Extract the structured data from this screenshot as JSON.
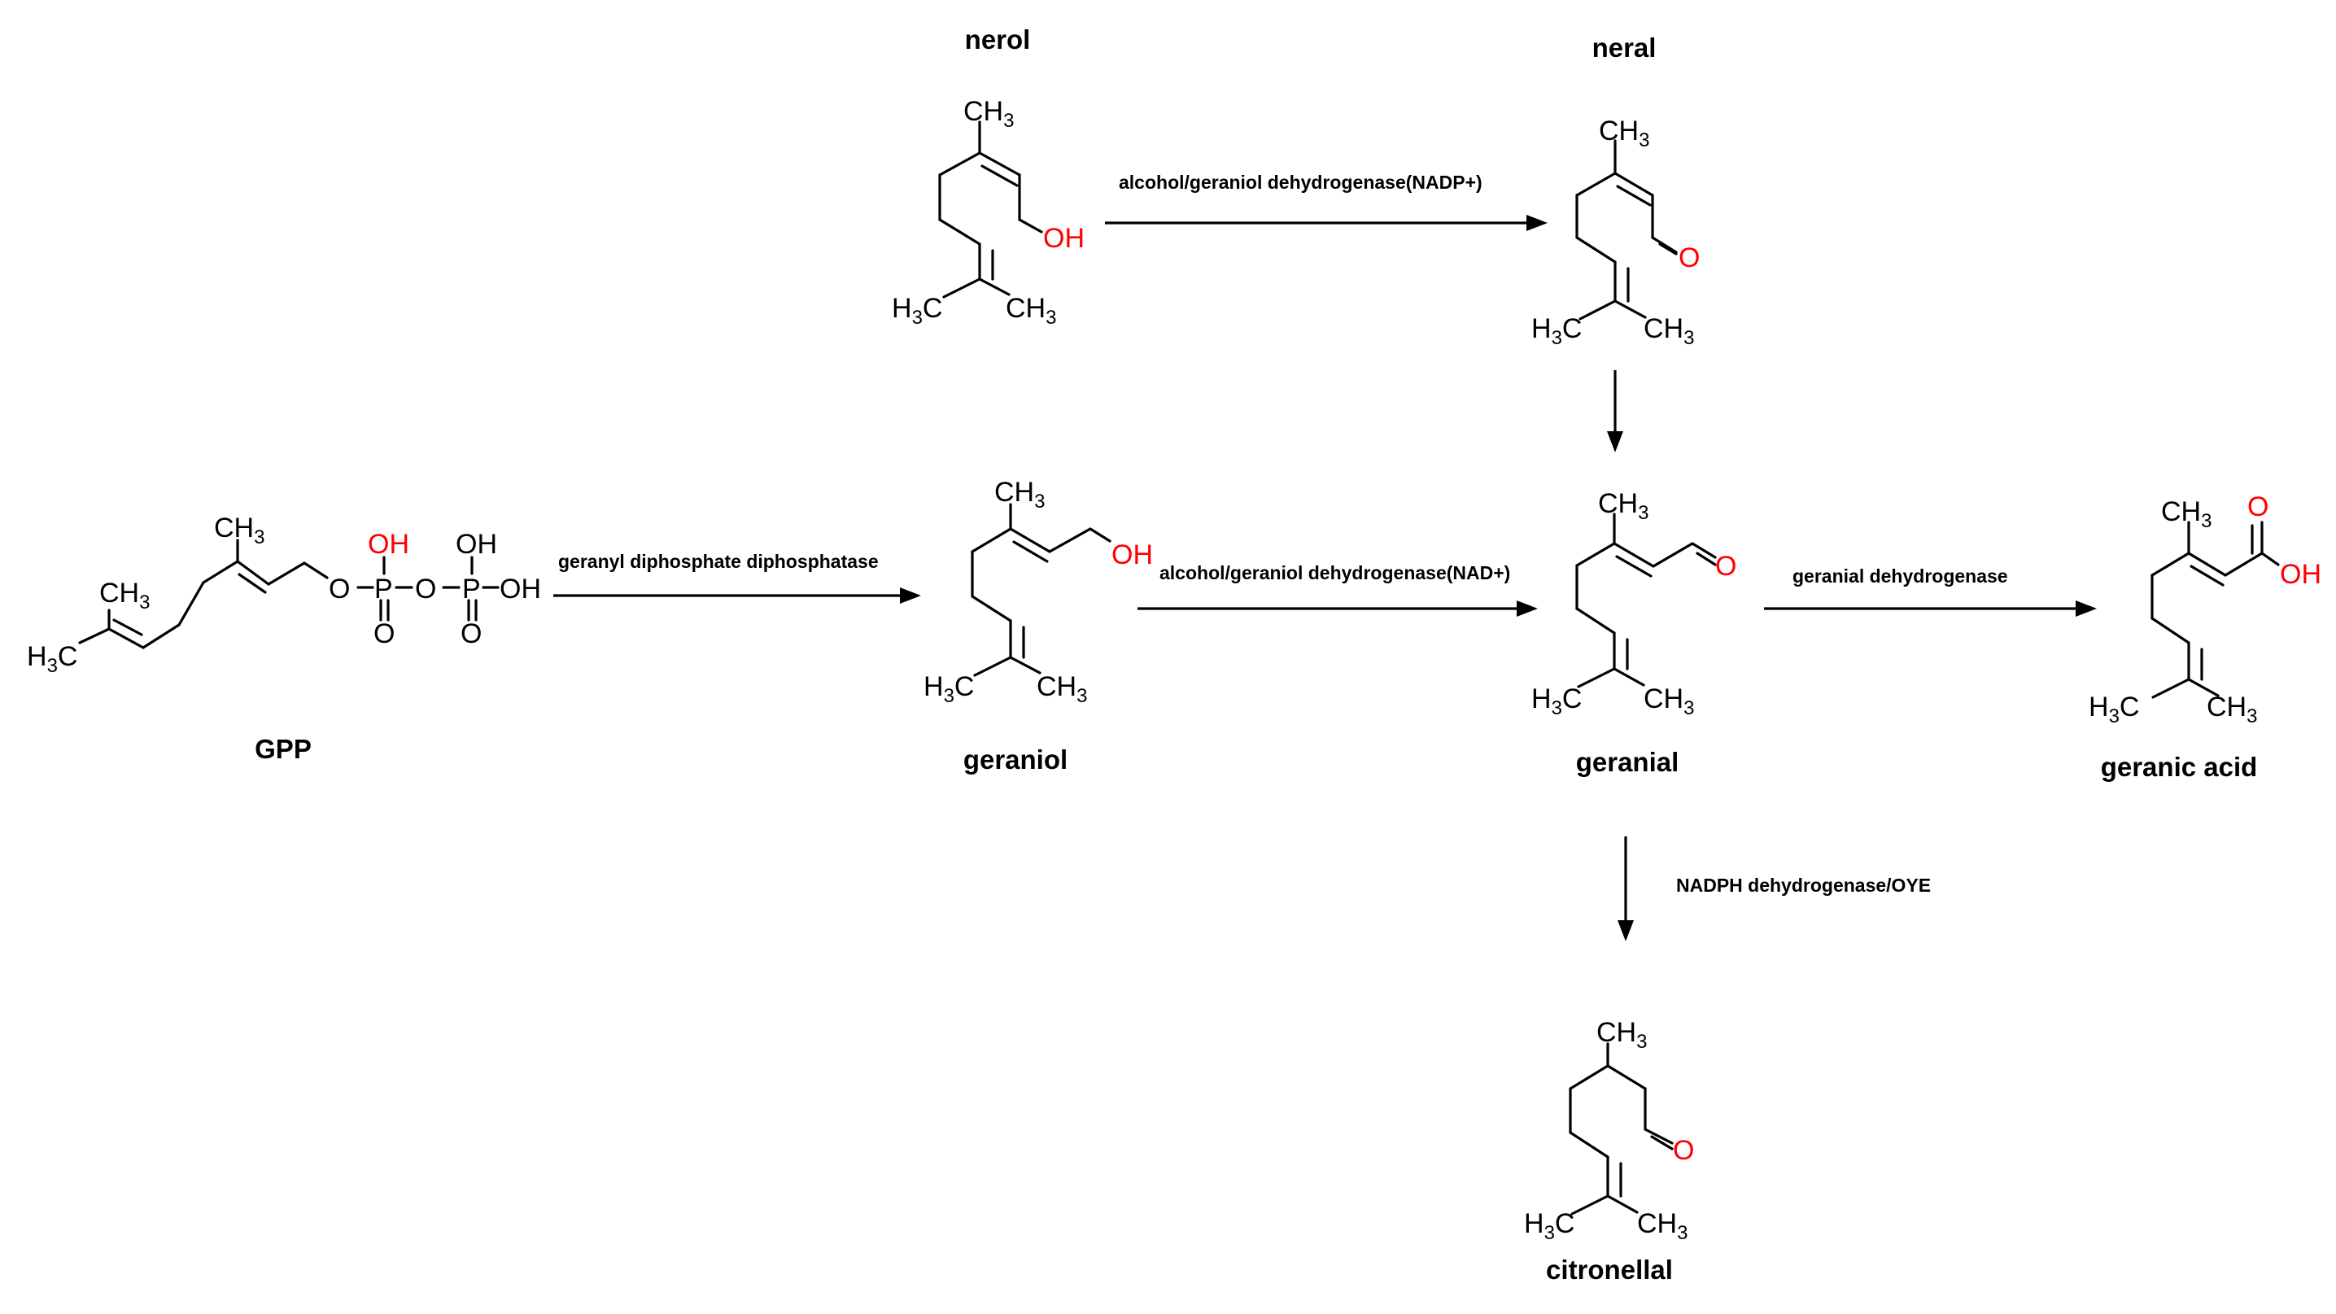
{
  "compounds": {
    "nerol": "nerol",
    "neral": "neral",
    "gpp": "GPP",
    "geraniol": "geraniol",
    "geranial": "geranial",
    "geranic_acid": "geranic acid",
    "citronellal": "citronellal"
  },
  "enzymes": {
    "nerol_to_neral": "alcohol/geraniol dehydrogenase(NADP+)",
    "gpp_to_geraniol": "geranyl diphosphate diphosphatase",
    "geraniol_to_geranial": "alcohol/geraniol dehydrogenase(NAD+)",
    "geranial_to_geranic": "geranial dehydrogenase",
    "geranial_to_citronellal": "NADPH dehydrogenase/OYE"
  },
  "atoms": {
    "ch": "CH",
    "hc": "H",
    "c": "C",
    "three": "3",
    "oh": "OH",
    "o": "O",
    "p": "P"
  }
}
